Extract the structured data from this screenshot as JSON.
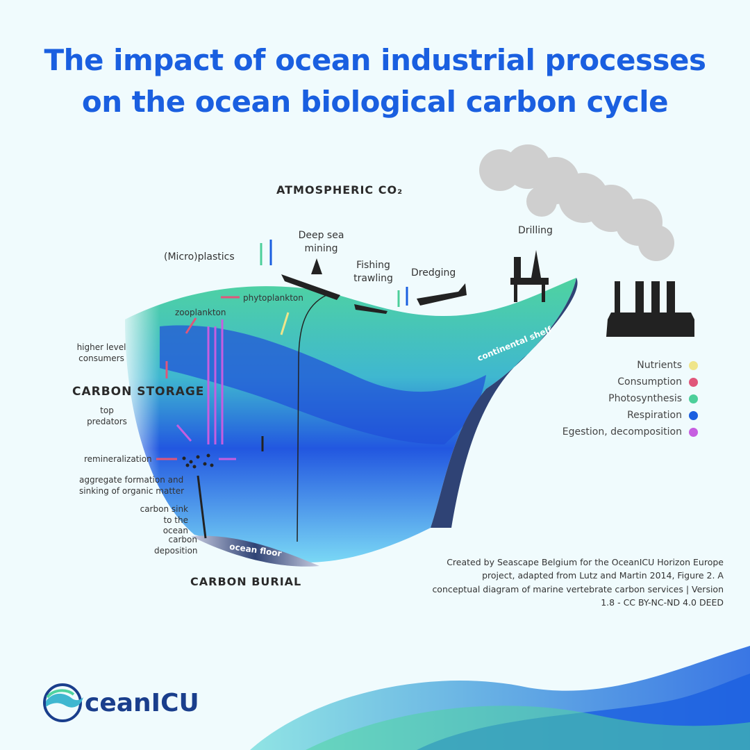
{
  "title": {
    "line1": "The impact of ocean industrial processes",
    "line2": "on the ocean biological carbon cycle"
  },
  "sections": {
    "atmospheric": "ATMOSPHERIC CO₂",
    "storage": "CARBON STORAGE",
    "burial": "CARBON BURIAL"
  },
  "industries": {
    "plastics": "(Micro)plastics",
    "mining": "Deep sea mining",
    "trawling": "Fishing trawling",
    "dredging": "Dredging",
    "drilling": "Drilling"
  },
  "labels": {
    "phytoplankton": "phytoplankton",
    "zooplankton": "zooplankton",
    "higher_consumers": "higher level consumers",
    "top_predators": "top predators",
    "remineralization": "remineralization",
    "aggregate": "aggregate formation and sinking of organic matter",
    "carbon_sink": "carbon sink to the ocean",
    "carbon_deposition": "carbon deposition",
    "ocean_floor": "ocean floor",
    "continental_shelf": "continental shelf"
  },
  "legend": [
    {
      "label": "Nutrients",
      "color": "#efe58a"
    },
    {
      "label": "Consumption",
      "color": "#e0567a"
    },
    {
      "label": "Photosynthesis",
      "color": "#4ccf9a"
    },
    {
      "label": "Respiration",
      "color": "#1a5fe0"
    },
    {
      "label": "Egestion, decomposition",
      "color": "#c65ee0"
    }
  ],
  "credit": "Created by Seascape Belgium for the OceanICU Horizon Europe project, adapted from Lutz and Martin 2014, Figure 2. A conceptual diagram of marine vertebrate carbon services | Version 1.8 - CC BY-NC-ND 4.0 DEED",
  "logo": {
    "text": "ceanICU"
  }
}
